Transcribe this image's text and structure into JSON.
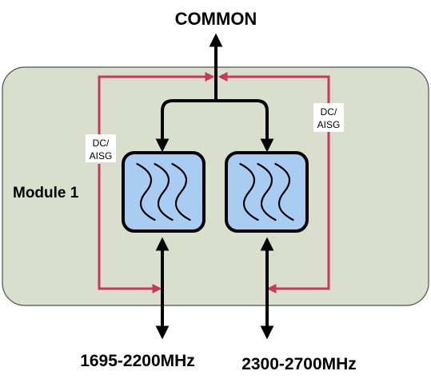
{
  "diagram": {
    "top_port_label": "COMMON",
    "module_label": "Module 1",
    "left_bias_label_line1": "DC/",
    "left_bias_label_line2": "AISG",
    "right_bias_label_line1": "DC/",
    "right_bias_label_line2": "AISG",
    "left_port_label": "1695-2200MHz",
    "right_port_label": "2300-2700MHz",
    "filter_count": 2
  },
  "colors": {
    "module_fill": "#d9dfcc",
    "module_border": "#505050",
    "filter_fill": "#a9cdf2",
    "signal_line": "#000000",
    "bias_line": "#c8385a",
    "label_box_fill": "#ffffff"
  },
  "icons": {
    "filter_symbol": "bandpass-filter-icon",
    "arrow": "arrowhead-icon"
  }
}
